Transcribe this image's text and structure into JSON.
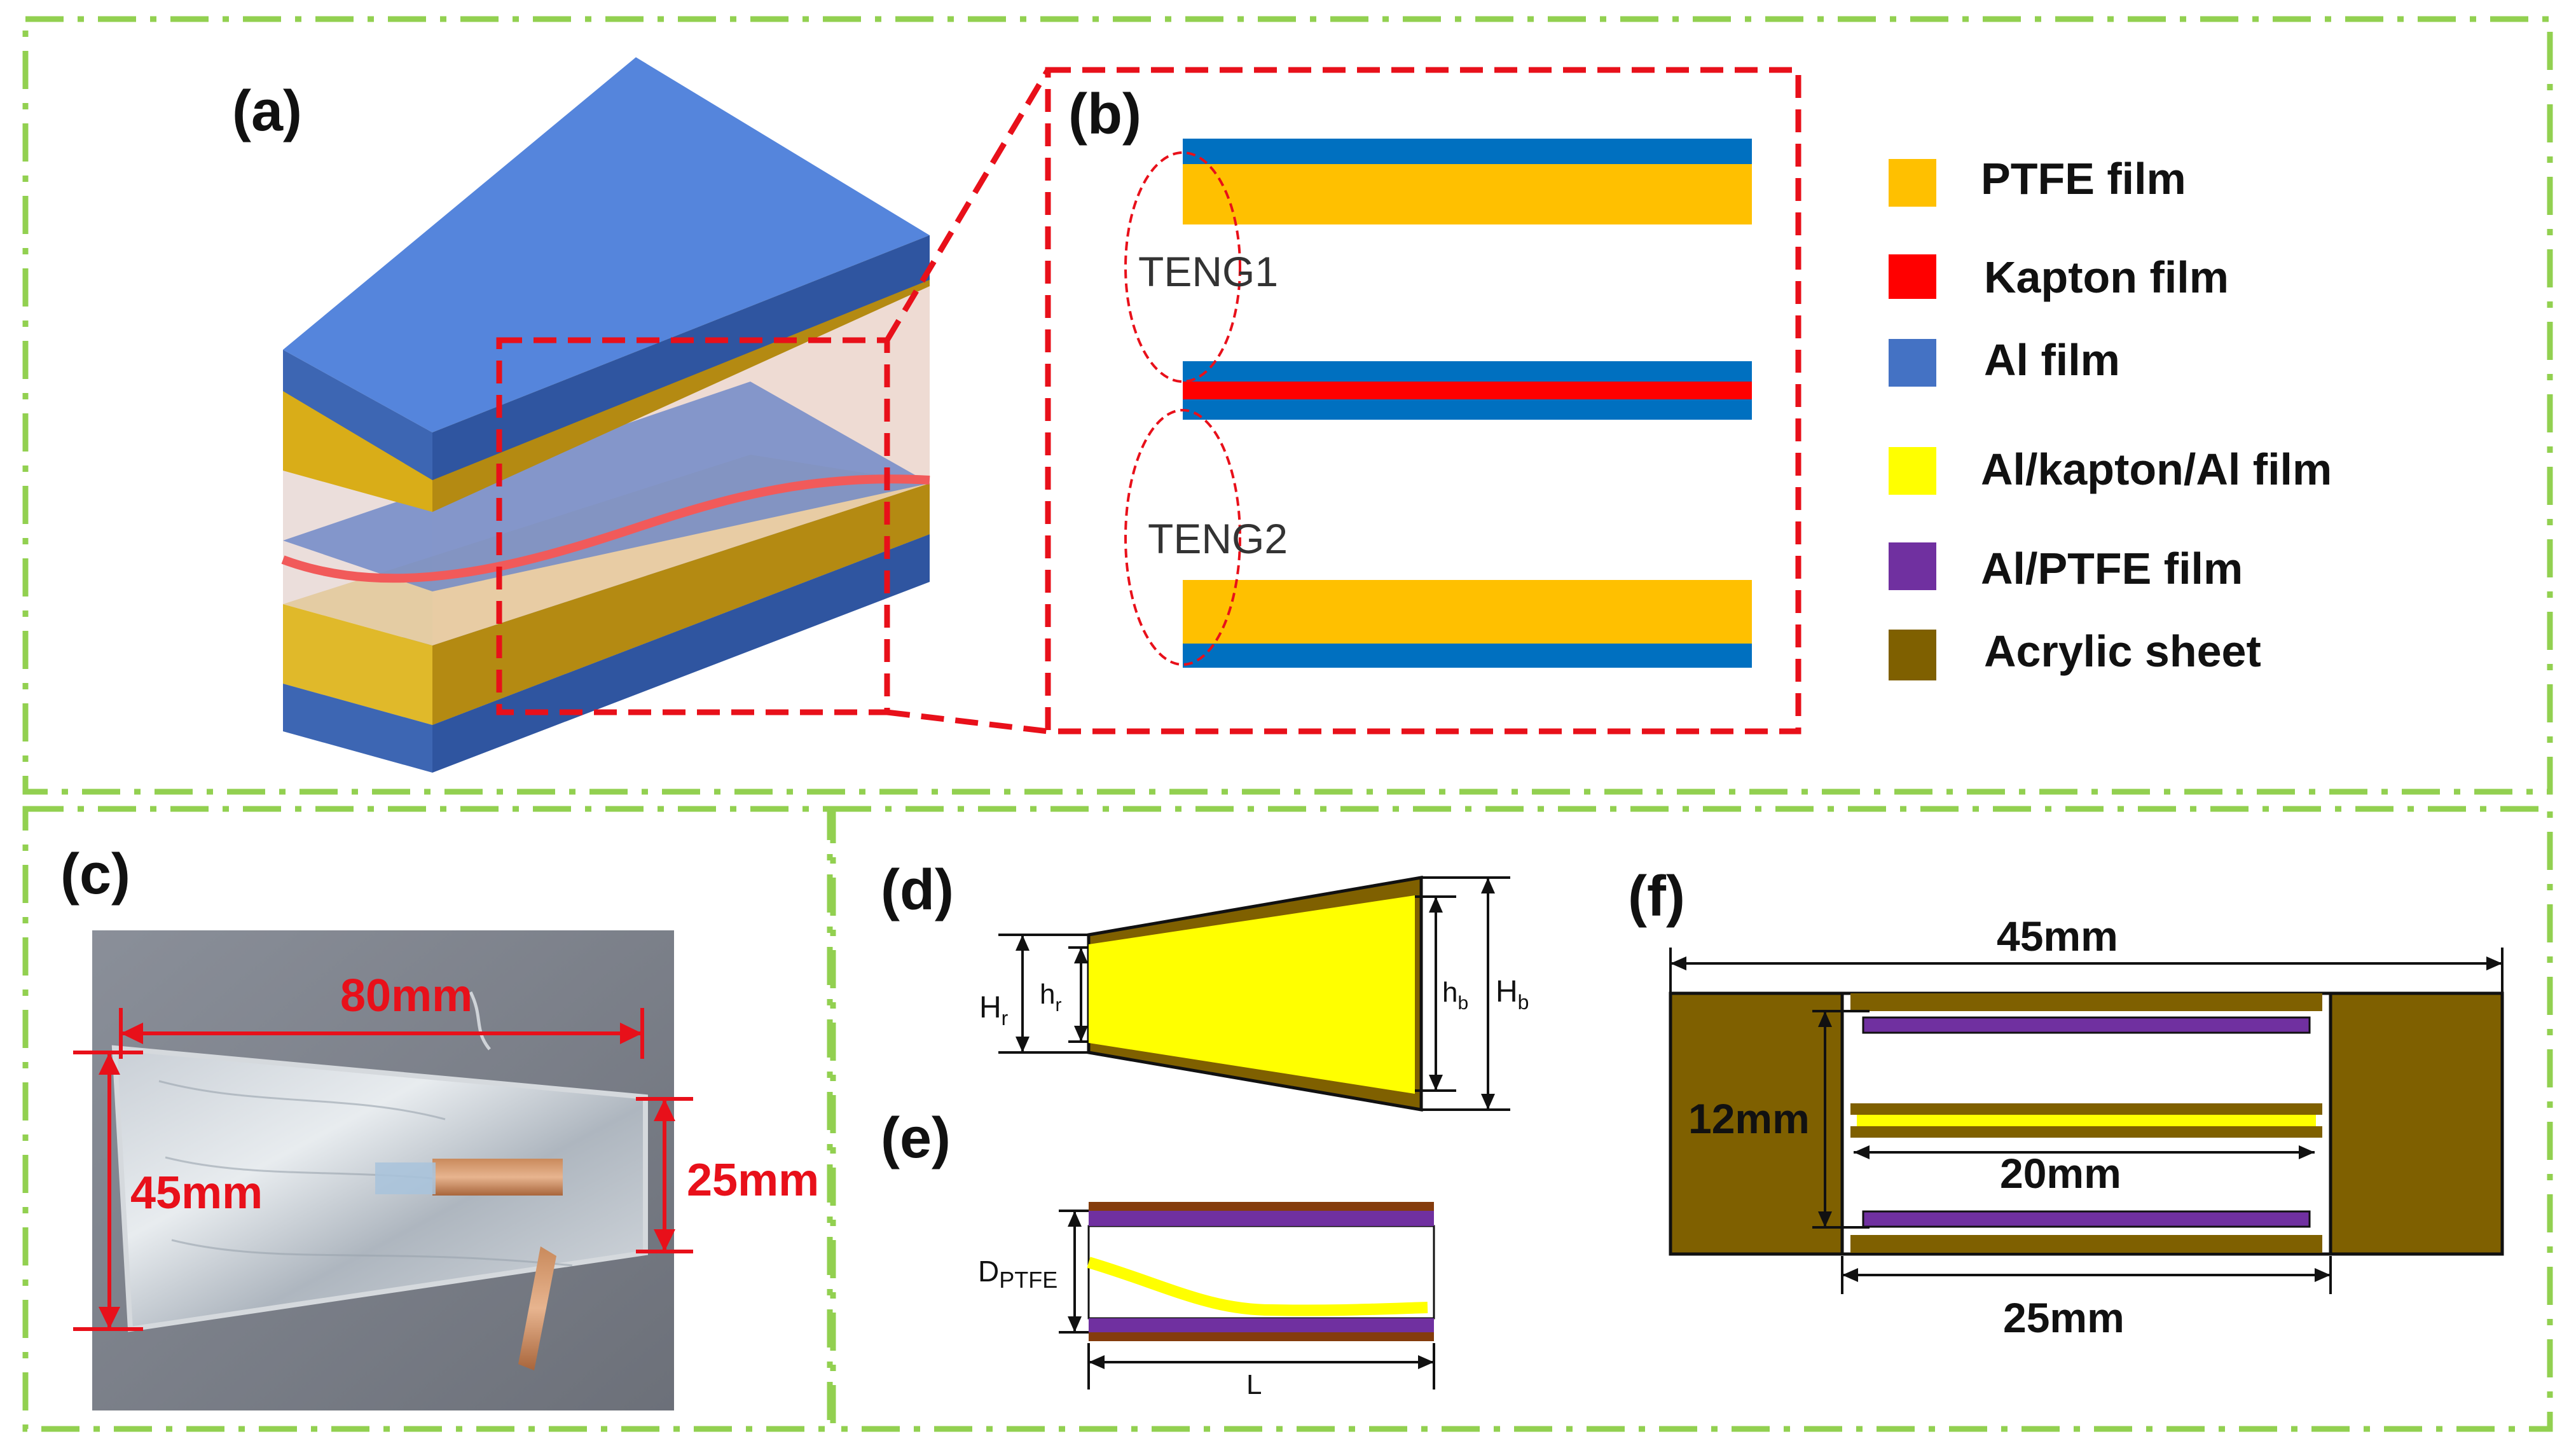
{
  "panel_labels": {
    "a": "(a)",
    "b": "(b)",
    "c": "(c)",
    "d": "(d)",
    "e": "(e)",
    "f": "(f)"
  },
  "panel_b": {
    "teng1": "TENG1",
    "teng2": "TENG2"
  },
  "legend": [
    {
      "label": "PTFE film",
      "color": "#ffc000"
    },
    {
      "label": "Kapton film",
      "color": "#ff0000"
    },
    {
      "label": "Al film",
      "color": "#4472c4"
    },
    {
      "label": "Al/kapton/Al film",
      "color": "#ffff00"
    },
    {
      "label": "Al/PTFE film",
      "color": "#7030a0"
    },
    {
      "label": "Acrylic sheet",
      "color": "#7f6000"
    }
  ],
  "panel_c": {
    "length": "80mm",
    "width_large": "45mm",
    "width_small": "25mm"
  },
  "panel_d": {
    "Hr_main": "H",
    "Hr_sub": "r",
    "hr_main": "h",
    "hr_sub": "r",
    "hb_main": "h",
    "hb_sub": "b",
    "Hb_main": "H",
    "Hb_sub": "b"
  },
  "panel_e": {
    "d_main": "D",
    "d_sub": "PTFE",
    "l": "L"
  },
  "panel_f": {
    "total_width": "45mm",
    "height": "12mm",
    "inner_width": "20mm",
    "gap_width": "25mm"
  },
  "colors": {
    "frame_green": "#92d050",
    "dash_red": "#e8101a",
    "al_blue": "#4a7fd6",
    "ptfe_gold": "#d3a518",
    "kapton_red": "#ff0000",
    "acrylic": "#7f6000",
    "al_ptfe_purple": "#7030a0",
    "al_kapton_yellow": "#ffff00"
  }
}
